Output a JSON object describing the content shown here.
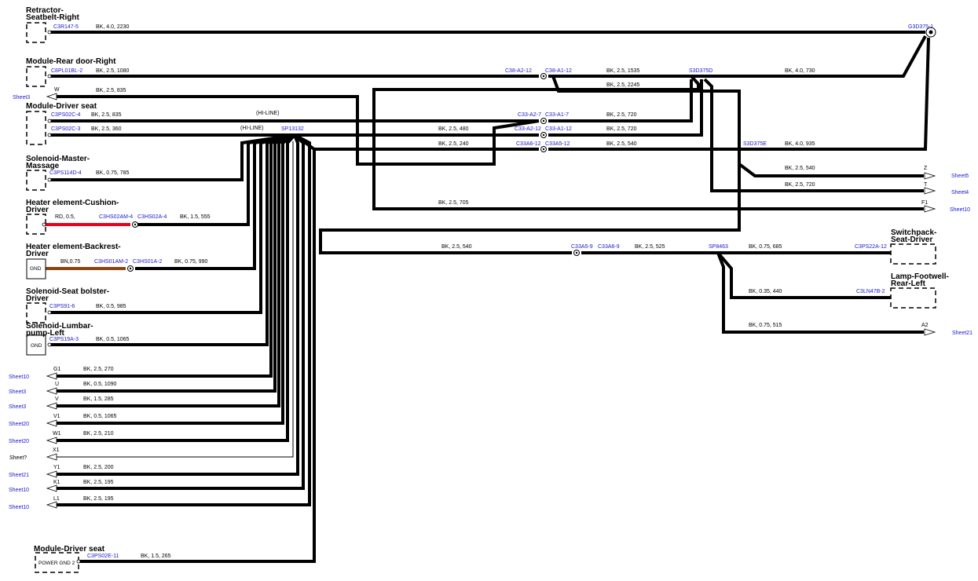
{
  "components": [
    {
      "id": "c1",
      "lines": [
        "Retractor-",
        "Seatbelt-Right"
      ]
    },
    {
      "id": "c2",
      "lines": [
        "Module-Rear door-Right"
      ]
    },
    {
      "id": "c3",
      "lines": [
        "Module-Driver seat"
      ]
    },
    {
      "id": "c4",
      "lines": [
        "Solenoid-Master-",
        "Massage"
      ]
    },
    {
      "id": "c5",
      "lines": [
        "Heater element-Cushion-",
        "Driver"
      ]
    },
    {
      "id": "c6",
      "lines": [
        "Heater element-Backrest-",
        "Driver"
      ]
    },
    {
      "id": "c7",
      "lines": [
        "Solenoid-Seat bolster-",
        "Driver"
      ]
    },
    {
      "id": "c8",
      "lines": [
        "Solenoid-Lumbar-",
        "pump-Left"
      ]
    },
    {
      "id": "c9",
      "lines": [
        "Module-Driver seat"
      ]
    },
    {
      "id": "c10",
      "lines": [
        "Switchpack-",
        "Seat-Driver"
      ]
    },
    {
      "id": "c11",
      "lines": [
        "Lamp-Footwell-",
        "Rear-Left"
      ]
    }
  ],
  "box_labels": {
    "gnd": "GND",
    "power_gnd": "POWER GND 2"
  },
  "connectors": {
    "c3r147": "C3R147-5",
    "g3d375": "G3D375-1",
    "c8pl01": "C8PL01BL-2",
    "c38a2": "C38-A2-12",
    "c38a1": "C38-A1-12",
    "s3d375d": "S3D375D",
    "c3ps02c4": "C3PS02C-4",
    "c3ps02c3": "C3PS02C-3",
    "sp13132": "SP13132",
    "c33a27": "C33-A2-7",
    "c33a17": "C33-A1-7",
    "c33a212": "C33-A2-12",
    "c33a112": "C33-A1-12",
    "c33a612": "C33A6-12",
    "c33a512": "C33A5-12",
    "s3d375e": "S3D375E",
    "c3ps114d": "C3PS114D-4",
    "c3hs02am": "C3HS02AM-4",
    "c3hs02a": "C3HS02A-4",
    "c3hs01am": "C3HS01AM-2",
    "c3hs01a": "C3HS01A-2",
    "c3ps91": "C3PS91-6",
    "c3ps19a": "C3PS19A-3",
    "c33a59": "C33A5-9",
    "c33a69": "C33A6-9",
    "sp8463": "SP8463",
    "c3ps22a": "C3PS22A-12",
    "c3ln47b": "C3LN47B-2",
    "c3ps02e": "C3PS02E-11"
  },
  "wire_labels": {
    "w1": "BK, 4.0, 2230",
    "w2": "BK, 2.5, 1080",
    "w3": "BK, 2.5, 1535",
    "w4": "BK, 4.0, 730",
    "w5": "BK, 2.5, 2245",
    "w6": "BK, 2.5, 835",
    "w7": "BK, 2.5, 835",
    "w8": "BK, 2.5, 720",
    "w9": "BK, 2.5, 360",
    "w10": "BK, 2.5, 480",
    "w11": "BK, 2.5, 720",
    "w12": "BK, 2.5, 240",
    "w13": "BK, 2.5, 540",
    "w14": "BK, 4.0, 935",
    "w15": "BK, 0.75, 785",
    "w16": "BK, 2.5, 540",
    "w17": "BK, 2.5, 720",
    "w18": "BK, 2.5, 705",
    "w19": "RD, 0.5,",
    "w20": "BK, 1.5, 555",
    "w21": "BK, 2.5, 540",
    "w22": "BK, 2.5, 525",
    "w23": "BK, 0.75, 685",
    "w24": "BN,0.75",
    "w25": "BK, 0.75, 990",
    "w26": "BK, 0.35, 440",
    "w27": "BK, 0.5, 985",
    "w28": "BK, 0.75, 515",
    "w29": "BK, 0.5, 1065",
    "w30": "BK, 2.5, 270",
    "w31": "BK, 0.5, 1090",
    "w32": "BK, 1.5, 285",
    "w33": "BK, 0.5, 1065",
    "w34": "BK, 2.5, 210",
    "w35": "BK, 2.5, 200",
    "w36": "BK, 2.5, 195",
    "w37": "BK, 2.5, 195",
    "w38": "BK, 1.5, 265"
  },
  "hiline": {
    "a": "(HI-LINE)",
    "b": "(HI-LINE)"
  },
  "pins": {
    "W": "W",
    "Z": "Z",
    "T": "T",
    "F1": "F1",
    "A2": "A2",
    "G1": "G1",
    "U": "U",
    "V": "V",
    "V1": "V1",
    "W1": "W1",
    "X1": "X1",
    "Y1": "Y1",
    "K1": "K1",
    "L1": "L1"
  },
  "sheets": {
    "s_w": "Sheet3",
    "s_z": "Sheet5",
    "s_t": "Sheet4",
    "s_f1": "Sheet10",
    "s_a2": "Sheet21",
    "s_g1": "Sheet10",
    "s_u": "Sheet3",
    "s_v": "Sheet3",
    "s_v1": "Sheet20",
    "s_w1": "Sheet20",
    "s_x1": "Sheet?",
    "s_y1": "Sheet21",
    "s_k1": "Sheet10",
    "s_l1": "Sheet10"
  },
  "colors": {
    "wire": "#000000",
    "connector_text": "#1a1acd",
    "red_wire": "#e8001c",
    "brown_wire": "#8b4513"
  }
}
